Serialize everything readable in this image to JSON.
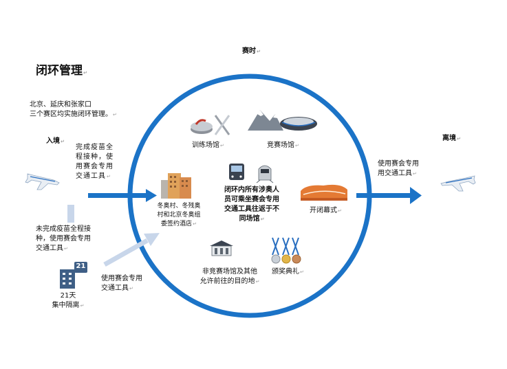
{
  "title": "闭环管理",
  "subtitle": "北京、延庆和张家口\n三个赛区均实施闭环管理。",
  "games_time_label": "赛时",
  "entry_label": "入境",
  "exit_label": "离境",
  "vaccinated_text": "完成疫苗全\n程接种，使\n用赛会专用\n交通工具",
  "unvaccinated_text": "未完成疫苗全程接\n种，使用赛会专用\n交通工具",
  "quarantine_badge": "21",
  "quarantine_text": "21天\n集中隔离",
  "after_quarantine_text": "使用赛会专用\n交通工具",
  "exit_transport_text": "使用赛会专用\n用交通工具",
  "training_venue": "训练场馆",
  "competition_venue": "竞赛场馆",
  "village_hotel": "冬奥村、冬残奥\n村和北京冬奥组\n委签约酒店",
  "center_text": "闭环内所有涉奥人\n员可乘坐赛会专用\n交通工具往返于不\n同场馆",
  "ceremony": "开闭幕式",
  "non_competition": "非竞赛场馆及其他\n允许前往的目的地",
  "medal_ceremony": "颁奖典礼",
  "return_mark": "↵",
  "colors": {
    "ring": "#1b73c7",
    "arrow": "#1b73c7",
    "faded_arrow": "#c8d6ea",
    "quarantine": "#3f5f86"
  },
  "icons": [
    "airplane-icon",
    "curling-stone-icon",
    "skis-icon",
    "mountains-icon",
    "stadium-icon",
    "hotel-buildings-icon",
    "bus-icon",
    "train-icon",
    "stage-icon",
    "building-icon",
    "medals-icon",
    "quarantine-building-icon"
  ]
}
